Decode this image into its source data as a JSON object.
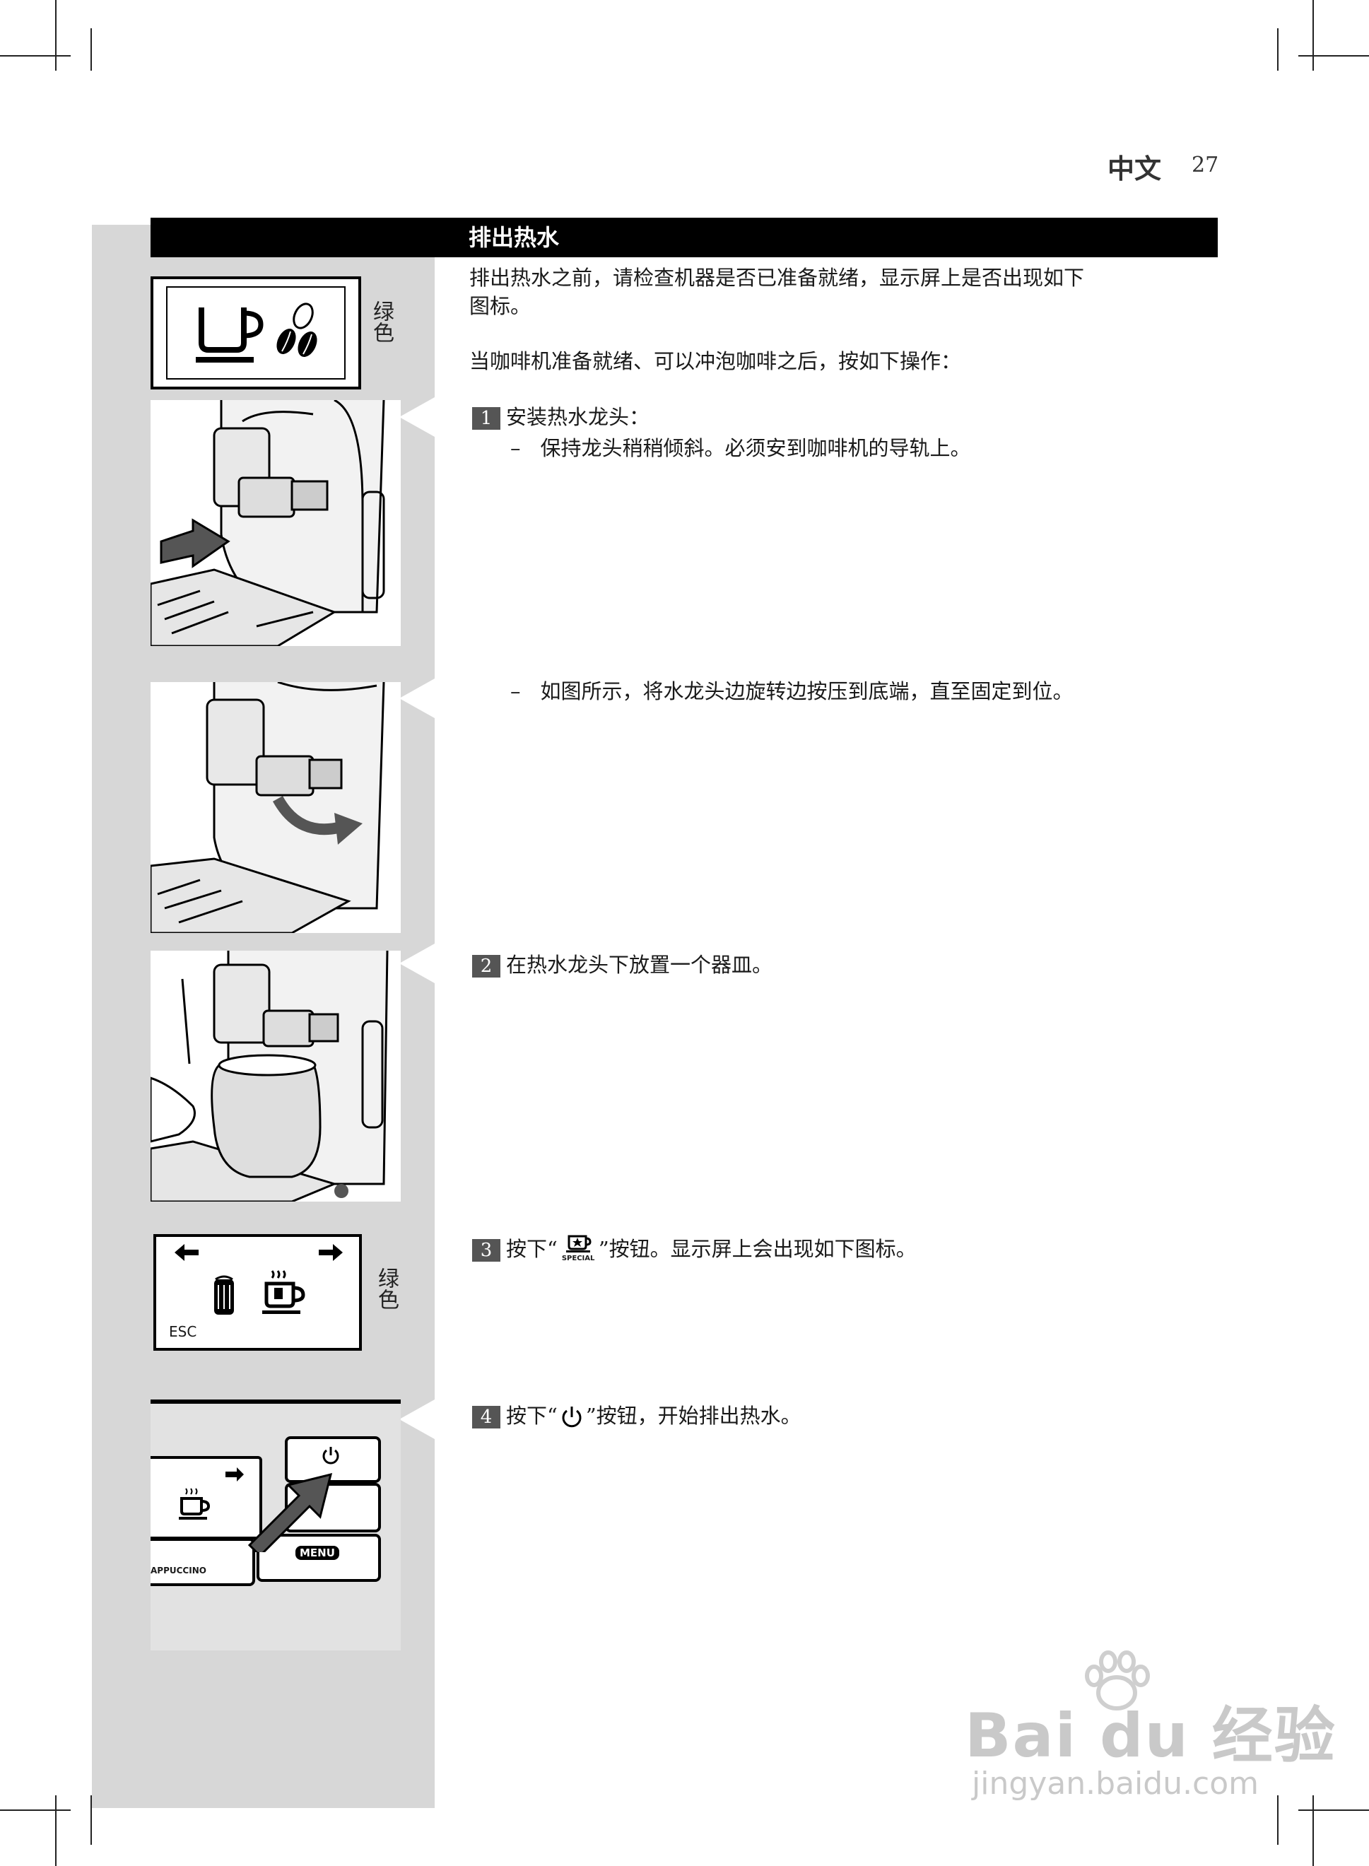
{
  "header": {
    "language": "中文",
    "page_number": "27",
    "section_title": "排出热水"
  },
  "intro": {
    "line1": "排出热水之前，请检查机器是否已准备就绪，显示屏上是否出现如下",
    "line2": "图标。",
    "ready_line": "当咖啡机准备就绪、可以冲泡咖啡之后，按如下操作："
  },
  "display_label_1": "绿色",
  "display_label_2": "绿色",
  "steps": [
    {
      "number": "1",
      "text": "安装热水龙头：",
      "sub": "保持龙头稍稍倾斜。必须安到咖啡机的导轨上。"
    },
    {
      "number": "",
      "text": "",
      "sub": "如图所示，将水龙头边旋转边按压到底端，直至固定到位。"
    },
    {
      "number": "2",
      "text": "在热水龙头下放置一个器皿。"
    },
    {
      "number": "3",
      "text_before": "按下“",
      "icon_label": "SPECIAL",
      "text_after": "”按钮。显示屏上会出现如下图标。"
    },
    {
      "number": "4",
      "text_before": "按下“",
      "text_after": "”按钮，开始排出热水。"
    }
  ],
  "dash": "–",
  "screen2": {
    "esc": "ESC"
  },
  "panel": {
    "menu": "MENU",
    "cappuccino": "APPUCCINO"
  },
  "watermark": {
    "brand": "Bai du 经验",
    "url": "jingyan.baidu.com"
  }
}
